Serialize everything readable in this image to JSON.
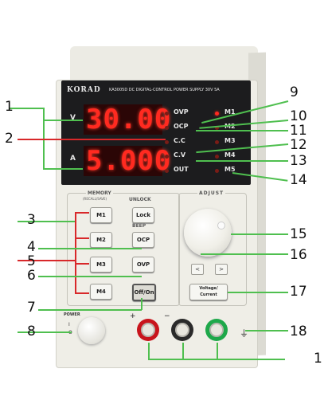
{
  "device": {
    "brand": "KORAD",
    "model": "KA3005D DC DIGITAL-CONTROL POWER SUPPLY 30V 5A",
    "voltage_label": "V",
    "current_label": "A",
    "voltage_display": "30.00",
    "current_display": "5.000",
    "indicators": [
      "OVP",
      "OCP",
      "C.C",
      "C.V",
      "OUT"
    ],
    "memory_leds": [
      "M1",
      "M2",
      "M3",
      "M4",
      "M5"
    ],
    "memory_title": "MEMORY",
    "memory_subtitle": "(RECALL/SAVE)",
    "unlock_label": "UNLOCK",
    "beep_label": "BEEP",
    "adjust_label": "ADJUST",
    "memory_buttons": [
      "M1",
      "M2",
      "M3",
      "M4"
    ],
    "lock_button": "Lock",
    "ocp_button": "OCP",
    "ovp_button": "OVP",
    "off_on_button": "Off/On",
    "left_arrow": "<",
    "right_arrow": ">",
    "vc_button_line1": "Voltage/",
    "vc_button_line2": "Current",
    "power_label": "POWER",
    "power_on_mark": "I",
    "power_off_mark": "O",
    "plus_mark": "+",
    "minus_mark": "−",
    "ground_mark": "⏚",
    "terminal_colors": [
      "#c8141c",
      "#2a2a2a",
      "#1ea84a"
    ]
  },
  "callouts": [
    "1",
    "2",
    "3",
    "4",
    "5",
    "6",
    "7",
    "8",
    "9",
    "10",
    "11",
    "12",
    "13",
    "14",
    "15",
    "16",
    "17",
    "18",
    "1"
  ]
}
